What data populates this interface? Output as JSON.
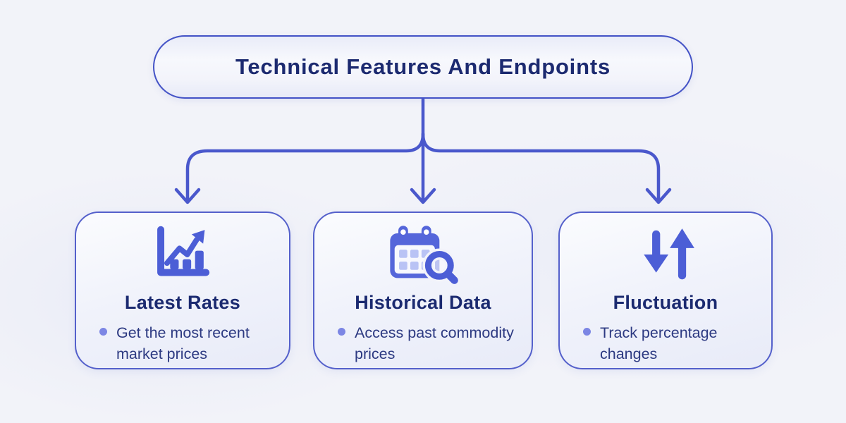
{
  "diagram": {
    "title": "Technical Features And Endpoints",
    "cards": [
      {
        "icon": "trending-chart-icon",
        "title": "Latest Rates",
        "bullet": "Get the most recent market prices"
      },
      {
        "icon": "calendar-search-icon",
        "title": "Historical Data",
        "bullet": "Access past commodity prices"
      },
      {
        "icon": "up-down-arrows-icon",
        "title": "Fluctuation",
        "bullet": "Track percentage changes"
      }
    ],
    "colors": {
      "connector": "#4a58cc",
      "box_border": "#4352c6",
      "card_border": "#5460cb",
      "heading_text": "#1c2a70",
      "body_text": "#2d3a82",
      "bullet_dot": "#7c86e4",
      "icon_blue": "#4c5ed6",
      "icon_fill_blue": "#5566da",
      "icon_light_blue": "#b9c3f5",
      "background": "#f2f3f9"
    }
  }
}
